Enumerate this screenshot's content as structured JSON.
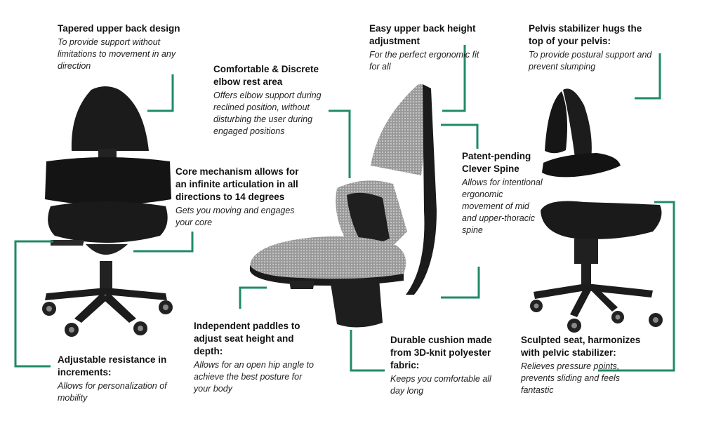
{
  "accent_color": "#1f8a6a",
  "callouts": {
    "tapered_back": {
      "title": "Tapered upper back design",
      "desc": "To provide support without limitations to movement in any direction"
    },
    "elbow_rest": {
      "title": "Comfortable & Discrete elbow rest area",
      "desc": "Offers elbow support during reclined position, without disturbing the user during engaged positions"
    },
    "upper_back_adjust": {
      "title": "Easy upper back height adjustment",
      "desc": "For the perfect ergonomic fit for all"
    },
    "pelvis_stabilizer": {
      "title": "Pelvis stabilizer hugs the top of your pelvis:",
      "desc": "To provide postural support and prevent slumping"
    },
    "core_mechanism": {
      "title": "Core mechanism allows for an infinite articulation in all directions to 14 degrees",
      "desc": "Gets you moving and engages your core"
    },
    "clever_spine": {
      "title": "Patent-pending Clever Spine",
      "desc": "Allows for intentional ergonomic movement of mid and upper-thoracic spine"
    },
    "adjustable_resistance": {
      "title": "Adjustable resistance in increments:",
      "desc": "Allows for personalization of mobility"
    },
    "paddles": {
      "title": "Independent paddles to adjust seat height and depth:",
      "desc": "Allows for an open hip angle to achieve the best posture for your body"
    },
    "cushion": {
      "title": "Durable cushion made from 3D-knit polyester fabric:",
      "desc": "Keeps you comfortable all day long"
    },
    "sculpted_seat": {
      "title": "Sculpted seat, harmonizes with pelvic stabilizer:",
      "desc": "Relieves pressure points, prevents sliding and feels fantastic"
    }
  }
}
